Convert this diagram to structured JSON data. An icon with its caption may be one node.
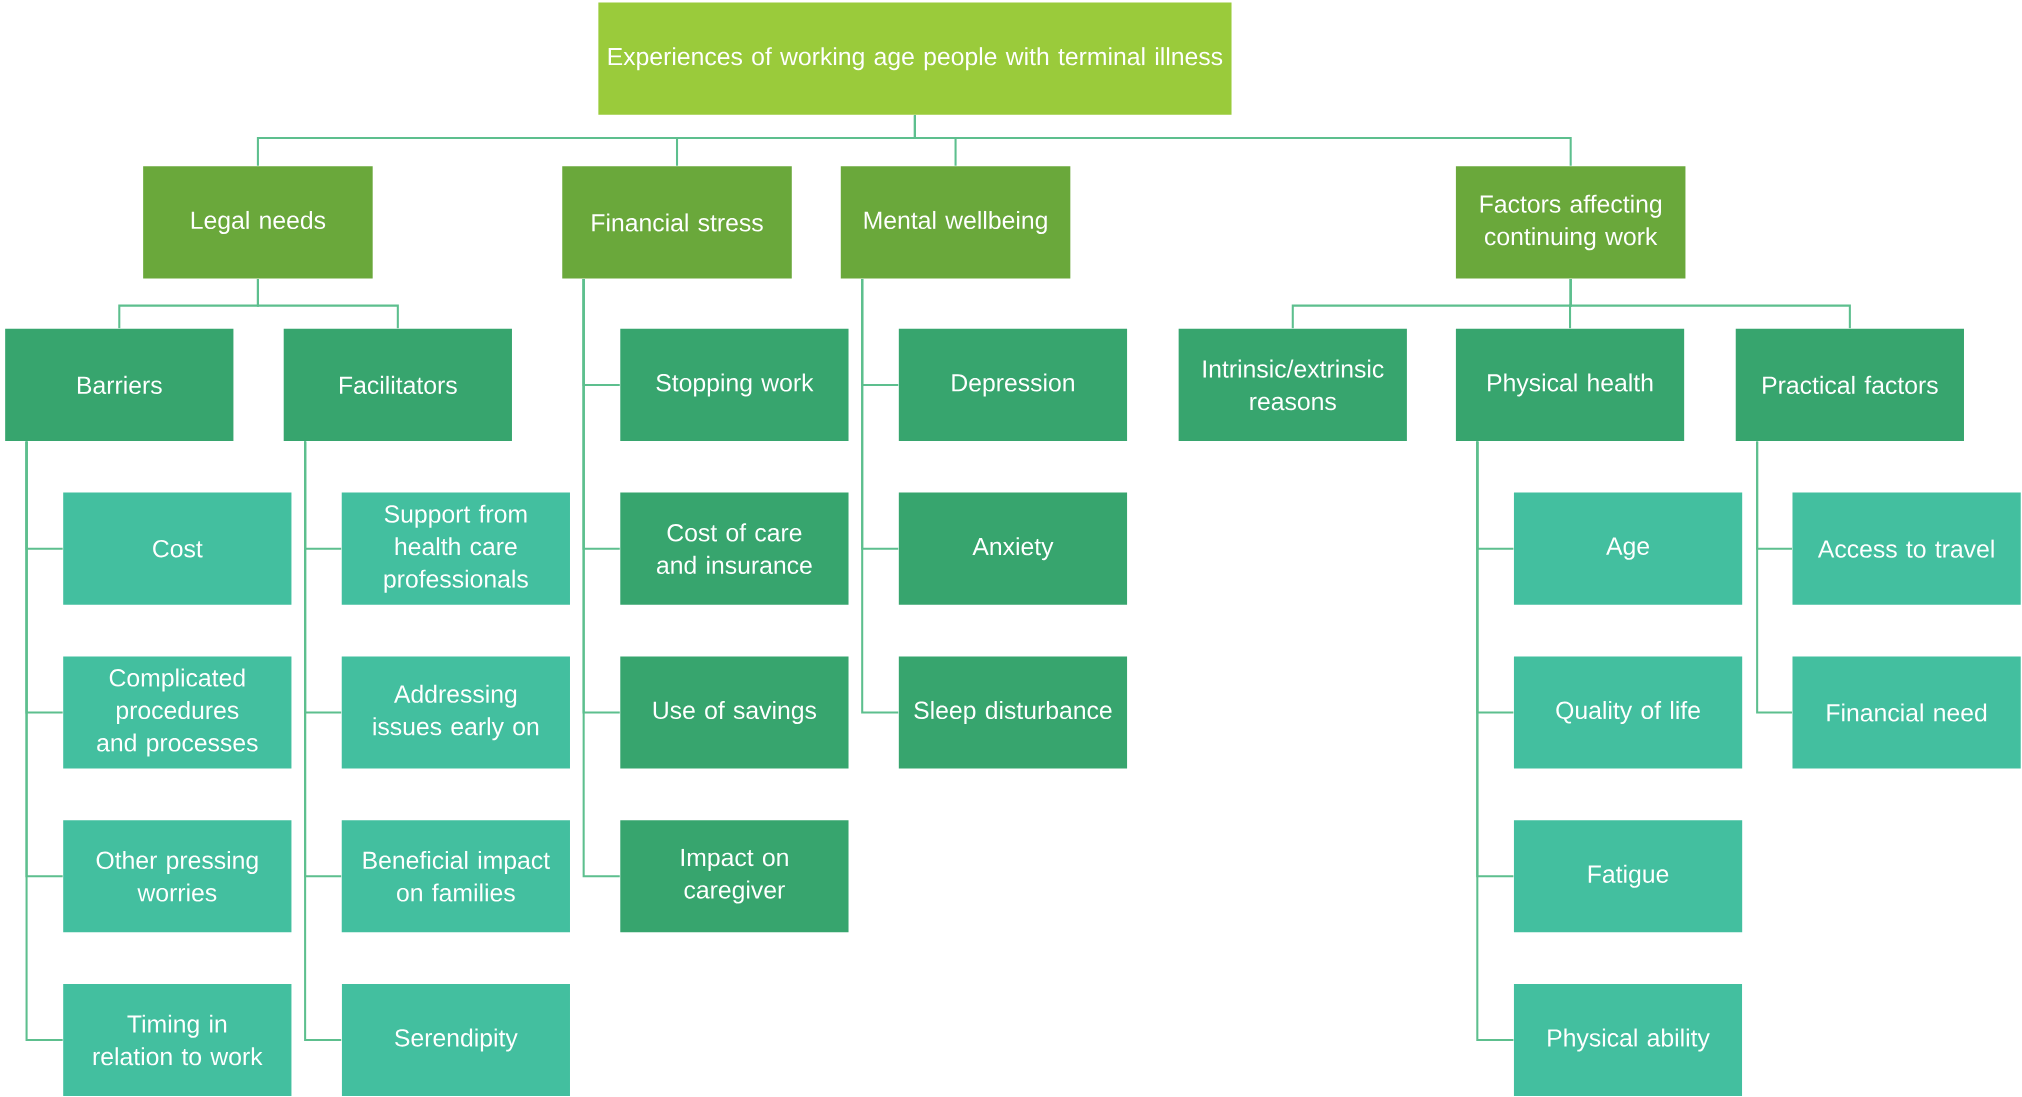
{
  "diagram": {
    "nodes": [
      {
        "text": [
          "Experiences of working age people with terminal illness"
        ]
      },
      {
        "text": [
          "Legal needs"
        ]
      },
      {
        "text": [
          "Financial stress"
        ]
      },
      {
        "text": [
          "Mental wellbeing"
        ]
      },
      {
        "text": [
          "Factors affecting continuing work"
        ]
      },
      {
        "text": [
          "Barriers"
        ]
      },
      {
        "text": [
          "Facilitators"
        ]
      },
      {
        "text": [
          "Stopping work"
        ]
      },
      {
        "text": [
          "Depression"
        ]
      },
      {
        "text": [
          "Intrinsic/extrinsic reasons"
        ]
      },
      {
        "text": [
          "Physical health"
        ]
      },
      {
        "text": [
          "Practical factors"
        ]
      },
      {
        "text": [
          "Cost"
        ]
      },
      {
        "text": [
          "Support from health care professionals"
        ]
      },
      {
        "text": [
          "Cost of care and insurance"
        ]
      },
      {
        "text": [
          "Anxiety"
        ]
      },
      {
        "text": [
          "Age"
        ]
      },
      {
        "text": [
          "Access to travel"
        ]
      },
      {
        "text": [
          "Complicated procedures and processes"
        ]
      },
      {
        "text": [
          "Addressing issues early on"
        ]
      },
      {
        "text": [
          "Use of savings"
        ]
      },
      {
        "text": [
          "Sleep disturbance"
        ]
      },
      {
        "text": [
          "Quality of life"
        ]
      },
      {
        "text": [
          "Financial need"
        ]
      },
      {
        "text": [
          "Other pressing worries"
        ]
      },
      {
        "text": [
          "Beneficial impact on families"
        ]
      },
      {
        "text": [
          "Impact on caregiver"
        ]
      },
      {
        "text": [
          "Fatigue"
        ]
      },
      {
        "text": [
          "Timing in relation to work"
        ]
      },
      {
        "text": [
          "Serendipity"
        ]
      },
      {
        "text": [
          "Physical ability"
        ]
      }
    ],
    "edges": [
      {
        "from": 0,
        "to": 1,
        "arrow": "none"
      },
      {
        "from": 0,
        "to": 2,
        "arrow": "none"
      },
      {
        "from": 0,
        "to": 3,
        "arrow": "none"
      },
      {
        "from": 0,
        "to": 4,
        "arrow": "none"
      },
      {
        "from": 1,
        "to": 5,
        "arrow": "none"
      },
      {
        "from": 1,
        "to": 6,
        "arrow": "none"
      },
      {
        "from": 4,
        "to": 9,
        "arrow": "none"
      },
      {
        "from": 4,
        "to": 10,
        "arrow": "none"
      },
      {
        "from": 4,
        "to": 11,
        "arrow": "none"
      },
      {
        "from": 5,
        "to": 12,
        "arrow": "none"
      },
      {
        "from": 5,
        "to": 18,
        "arrow": "none"
      },
      {
        "from": 5,
        "to": 24,
        "arrow": "none"
      },
      {
        "from": 5,
        "to": 28,
        "arrow": "none"
      },
      {
        "from": 6,
        "to": 13,
        "arrow": "none"
      },
      {
        "from": 6,
        "to": 19,
        "arrow": "none"
      },
      {
        "from": 6,
        "to": 25,
        "arrow": "none"
      },
      {
        "from": 6,
        "to": 29,
        "arrow": "none"
      },
      {
        "from": 2,
        "to": 7,
        "arrow": "none"
      },
      {
        "from": 2,
        "to": 14,
        "arrow": "none"
      },
      {
        "from": 2,
        "to": 20,
        "arrow": "none"
      },
      {
        "from": 2,
        "to": 26,
        "arrow": "none"
      },
      {
        "from": 3,
        "to": 8,
        "arrow": "none"
      },
      {
        "from": 3,
        "to": 15,
        "arrow": "none"
      },
      {
        "from": 3,
        "to": 21,
        "arrow": "none"
      },
      {
        "from": 10,
        "to": 16,
        "arrow": "none"
      },
      {
        "from": 10,
        "to": 22,
        "arrow": "none"
      },
      {
        "from": 10,
        "to": 27,
        "arrow": "none"
      },
      {
        "from": 10,
        "to": 30,
        "arrow": "none"
      },
      {
        "from": 11,
        "to": 17,
        "arrow": "none"
      },
      {
        "from": 11,
        "to": 23,
        "arrow": "none"
      }
    ]
  }
}
